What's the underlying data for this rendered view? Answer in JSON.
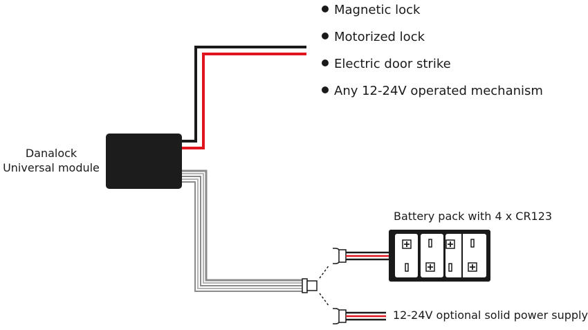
{
  "applications": {
    "items": [
      "Magnetic lock",
      "Motorized lock",
      "Electric door strike",
      "Any 12-24V operated mechanism"
    ]
  },
  "module": {
    "label_line1": "Danalock",
    "label_line2": "Universal module"
  },
  "battery_pack": {
    "label": "Battery pack with 4 x CR123"
  },
  "power_supply": {
    "label": "12-24V optional solid power supply"
  },
  "colors": {
    "wire_red": "#e0141d",
    "wire_black": "#1a1a1a",
    "wire_gray": "#8a8a8a",
    "module_fill": "#1c1c1c"
  }
}
